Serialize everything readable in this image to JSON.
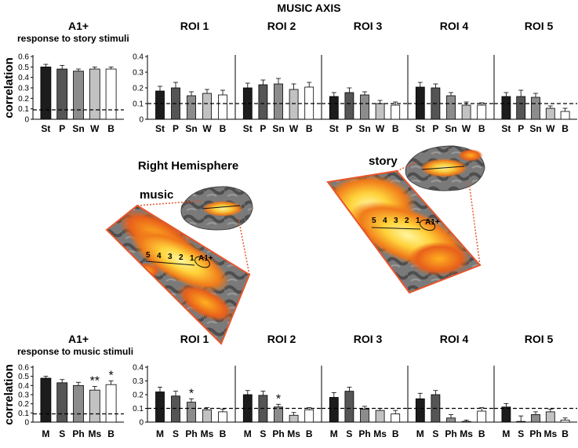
{
  "figure": {
    "title": "MUSIC AXIS",
    "hemisphere_label": "Right Hemisphere",
    "brain_labels": [
      "music",
      "story"
    ],
    "roi_numbers": [
      "5",
      "4",
      "3",
      "2",
      "1"
    ],
    "a1_label": "A1+"
  },
  "colors": {
    "bars": [
      "#1c1c1c",
      "#555555",
      "#8c8c8c",
      "#c2c2c2",
      "#ffffff"
    ],
    "activation_hot": "#ffd23a",
    "activation_mid": "#f07a1a",
    "zoom_outline": "#e8552a",
    "cortex": "#6a6a6a"
  },
  "chart_data": [
    {
      "id": "top-a1",
      "type": "bar",
      "title": "A1+",
      "subtitle": "response to story stimuli",
      "ylabel": "correlation",
      "categories": [
        "St",
        "P",
        "Sn",
        "W",
        "B"
      ],
      "values": [
        0.5,
        0.48,
        0.46,
        0.48,
        0.48
      ],
      "errors": [
        0.025,
        0.035,
        0.02,
        0.02,
        0.02
      ],
      "ylim": [
        0,
        0.6
      ],
      "yticks": [
        "0",
        "0.1",
        "0.2",
        "0.3",
        "0.4",
        "0.5",
        "0.6"
      ],
      "baseline": 0.09,
      "stars": [
        "",
        "",
        "",
        "",
        ""
      ]
    },
    {
      "id": "top-roi1",
      "type": "bar",
      "title": "ROI 1",
      "categories": [
        "St",
        "P",
        "Sn",
        "W",
        "B"
      ],
      "values": [
        0.18,
        0.2,
        0.15,
        0.165,
        0.155
      ],
      "errors": [
        0.03,
        0.035,
        0.025,
        0.025,
        0.03
      ],
      "ylim": [
        0,
        0.4
      ],
      "yticks": [
        "0",
        "0.1",
        "0.2",
        "0.3",
        "0.4"
      ],
      "baseline": 0.1,
      "stars": [
        "",
        "",
        "",
        "",
        ""
      ]
    },
    {
      "id": "top-roi2",
      "type": "bar",
      "title": "ROI 2",
      "categories": [
        "St",
        "P",
        "Sn",
        "W",
        "B"
      ],
      "values": [
        0.2,
        0.22,
        0.225,
        0.19,
        0.205
      ],
      "errors": [
        0.03,
        0.03,
        0.035,
        0.035,
        0.03
      ],
      "ylim": [
        0,
        0.4
      ],
      "yticks": [],
      "baseline": 0.1,
      "stars": [
        "",
        "",
        "",
        "",
        ""
      ]
    },
    {
      "id": "top-roi3",
      "type": "bar",
      "title": "ROI 3",
      "categories": [
        "St",
        "P",
        "Sn",
        "W",
        "B"
      ],
      "values": [
        0.145,
        0.17,
        0.155,
        0.1,
        0.09
      ],
      "errors": [
        0.025,
        0.03,
        0.02,
        0.02,
        0.02
      ],
      "ylim": [
        0,
        0.4
      ],
      "yticks": [],
      "baseline": 0.1,
      "stars": [
        "",
        "",
        "",
        "",
        ""
      ]
    },
    {
      "id": "top-roi4",
      "type": "bar",
      "title": "ROI 4",
      "categories": [
        "St",
        "P",
        "Sn",
        "W",
        "B"
      ],
      "values": [
        0.205,
        0.2,
        0.15,
        0.09,
        0.09
      ],
      "errors": [
        0.03,
        0.025,
        0.02,
        0.02,
        0.015
      ],
      "ylim": [
        0,
        0.4
      ],
      "yticks": [],
      "baseline": 0.1,
      "stars": [
        "",
        "",
        "",
        "",
        ""
      ]
    },
    {
      "id": "top-roi5",
      "type": "bar",
      "title": "ROI 5",
      "categories": [
        "St",
        "P",
        "Sn",
        "W",
        "B"
      ],
      "values": [
        0.145,
        0.145,
        0.14,
        0.07,
        0.05
      ],
      "errors": [
        0.025,
        0.04,
        0.025,
        0.015,
        0.02
      ],
      "ylim": [
        0,
        0.4
      ],
      "yticks": [],
      "baseline": 0.1,
      "stars": [
        "",
        "",
        "",
        "",
        ""
      ]
    },
    {
      "id": "bot-a1",
      "type": "bar",
      "title": "A1+",
      "subtitle": "response to music stimuli",
      "ylabel": "correlation",
      "categories": [
        "M",
        "S",
        "Ph",
        "Ms",
        "B"
      ],
      "values": [
        0.48,
        0.43,
        0.4,
        0.35,
        0.41
      ],
      "errors": [
        0.02,
        0.035,
        0.035,
        0.04,
        0.04
      ],
      "ylim": [
        0,
        0.6
      ],
      "yticks": [
        "0",
        "0.1",
        "0.2",
        "0.3",
        "0.4",
        "0.5",
        "0.6"
      ],
      "baseline": 0.09,
      "stars": [
        "",
        "",
        "",
        "**",
        "*"
      ]
    },
    {
      "id": "bot-roi1",
      "type": "bar",
      "title": "ROI 1",
      "categories": [
        "M",
        "S",
        "Ph",
        "Ms",
        "B"
      ],
      "values": [
        0.22,
        0.19,
        0.145,
        0.09,
        0.075
      ],
      "errors": [
        0.035,
        0.035,
        0.025,
        0.015,
        0.02
      ],
      "ylim": [
        0,
        0.4
      ],
      "yticks": [
        "0",
        "0.1",
        "0.2",
        "0.3",
        "0.4"
      ],
      "baseline": 0.1,
      "stars": [
        "",
        "",
        "*",
        "",
        ""
      ]
    },
    {
      "id": "bot-roi2",
      "type": "bar",
      "title": "ROI 2",
      "categories": [
        "M",
        "S",
        "Ph",
        "Ms",
        "B"
      ],
      "values": [
        0.2,
        0.195,
        0.11,
        0.05,
        0.09
      ],
      "errors": [
        0.03,
        0.03,
        0.02,
        0.02,
        0.015
      ],
      "ylim": [
        0,
        0.4
      ],
      "yticks": [],
      "baseline": 0.1,
      "stars": [
        "",
        "",
        "*",
        "",
        ""
      ]
    },
    {
      "id": "bot-roi3",
      "type": "bar",
      "title": "ROI 3",
      "categories": [
        "M",
        "S",
        "Ph",
        "Ms",
        "B"
      ],
      "values": [
        0.18,
        0.225,
        0.095,
        0.085,
        0.06
      ],
      "errors": [
        0.035,
        0.03,
        0.02,
        0.015,
        0.025
      ],
      "ylim": [
        0,
        0.4
      ],
      "yticks": [],
      "baseline": 0.1,
      "stars": [
        "",
        "",
        "",
        "",
        ""
      ]
    },
    {
      "id": "bot-roi4",
      "type": "bar",
      "title": "ROI 4",
      "categories": [
        "M",
        "S",
        "Ph",
        "Ms",
        "B"
      ],
      "values": [
        0.17,
        0.2,
        0.03,
        0.005,
        0.08
      ],
      "errors": [
        0.04,
        0.03,
        0.025,
        0.01,
        0.025
      ],
      "ylim": [
        0,
        0.4
      ],
      "yticks": [],
      "baseline": 0.1,
      "stars": [
        "",
        "",
        "",
        "",
        ""
      ]
    },
    {
      "id": "bot-roi5",
      "type": "bar",
      "title": "ROI 5",
      "categories": [
        "M",
        "S",
        "Ph",
        "Ms",
        "B"
      ],
      "values": [
        0.11,
        0.005,
        0.055,
        0.075,
        0.015
      ],
      "errors": [
        0.025,
        0.04,
        0.02,
        0.02,
        0.015
      ],
      "ylim": [
        0,
        0.4
      ],
      "yticks": [],
      "baseline": 0.1,
      "stars": [
        "",
        "",
        "",
        "",
        ""
      ]
    }
  ]
}
